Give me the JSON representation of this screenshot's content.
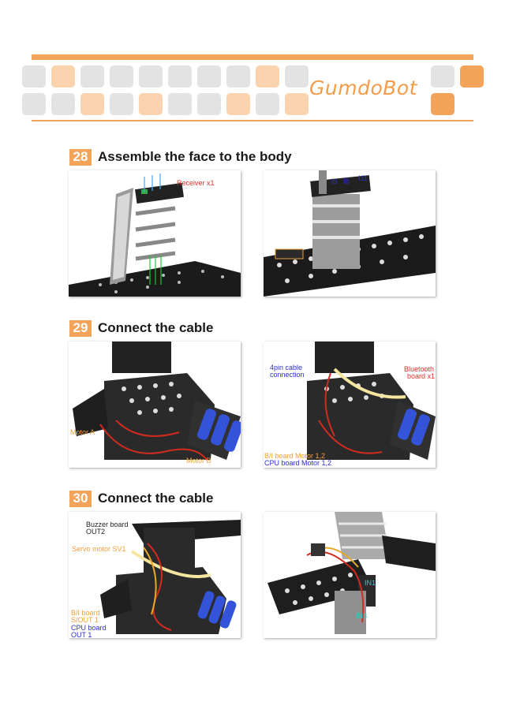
{
  "header": {
    "brand": "GumdoBot",
    "colors": {
      "accent": "#f4a35a",
      "tile_light": "#e3e3e3",
      "tile_orange": "#fbd3ae"
    }
  },
  "steps": [
    {
      "number": "28",
      "title": "Assemble the face to the body",
      "left_labels": {
        "receiver": "Receiver x1"
      },
      "right_labels": {
        "i5": "I5",
        "i8": "I8",
        "i11": "I11"
      }
    },
    {
      "number": "29",
      "title": "Connect the cable",
      "left_labels": {
        "motor_a": "Motor A",
        "motor_b": "Motor B"
      },
      "right_labels": {
        "cable_1": "4pin cable",
        "cable_2": "connection",
        "bt_1": "Bluetooth",
        "bt_2": "board x1",
        "bi_motor": "B/I board Motor 1,2",
        "cpu_motor": "CPU board Motor 1,2"
      }
    },
    {
      "number": "30",
      "title": "Connect the cable",
      "left_labels": {
        "buzzer_1": "Buzzer board",
        "buzzer_2": "OUT2",
        "servo": "Servo motor SV1",
        "bi_1": "B/I board",
        "bi_2": "S/OUT 1",
        "cpu_1": "CPU board",
        "cpu_2": "OUT 1"
      },
      "right_labels": {
        "in1": "IN1",
        "in8": "IN8"
      }
    }
  ]
}
